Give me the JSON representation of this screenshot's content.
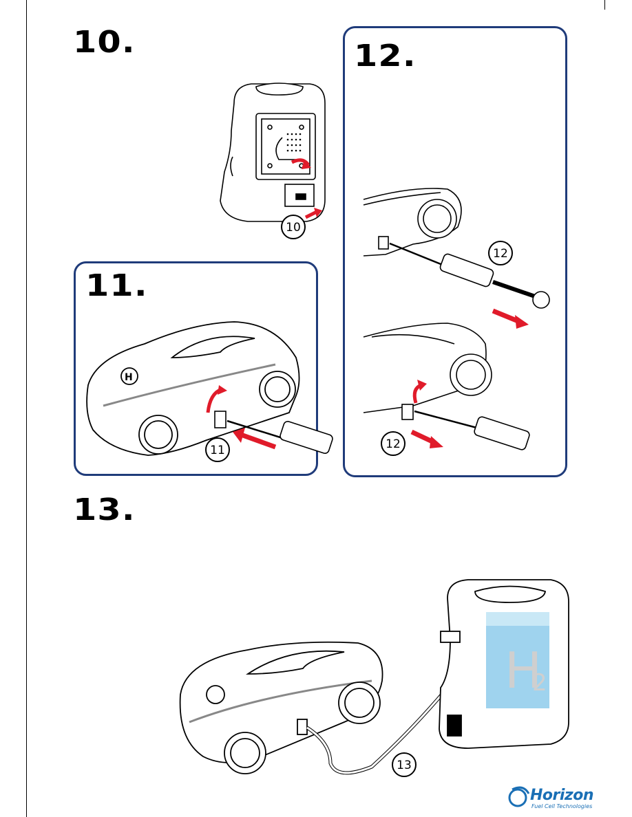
{
  "steps": {
    "s10": "10.",
    "s11": "11.",
    "s12": "12.",
    "s13": "13."
  },
  "callouts": {
    "c10": "10",
    "c11": "11",
    "c12a": "12",
    "c12b": "12",
    "c13": "13"
  },
  "h2_label": "H",
  "h2_sub": "2",
  "logo": {
    "name": "Horizon",
    "tagline": "Fuel Cell Technologies"
  },
  "colors": {
    "panel_border": "#1f3b7a",
    "arrow_red": "#e01b2a",
    "logo_blue": "#1a6fb5",
    "water_blue": "#9fd3ee"
  }
}
